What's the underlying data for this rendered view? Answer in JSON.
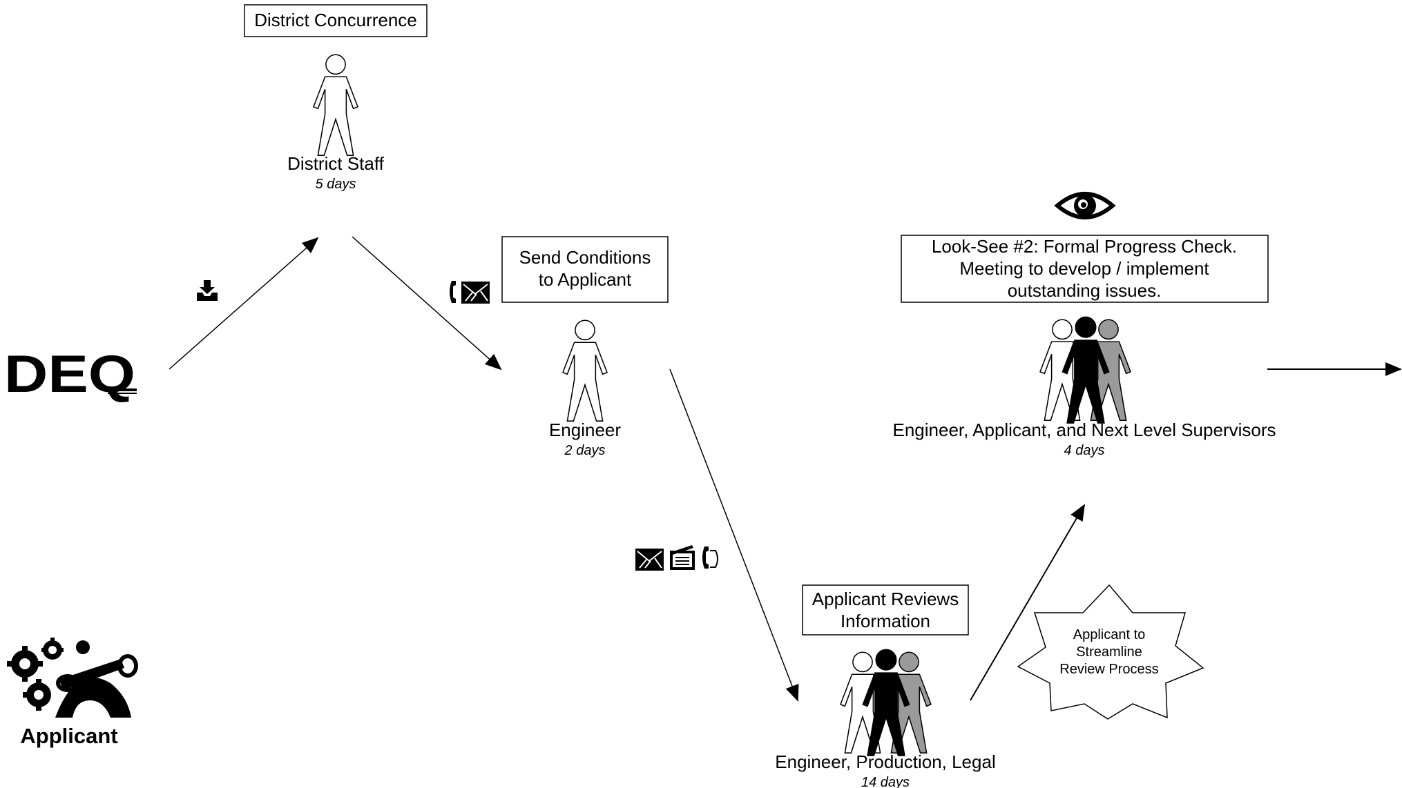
{
  "logos": {
    "deq": "DEQ",
    "applicant": "Applicant"
  },
  "steps": {
    "district": {
      "box": "District Concurrence",
      "role": "District Staff",
      "days": "5 days"
    },
    "engineer": {
      "box_line1": "Send Conditions",
      "box_line2": "to Applicant",
      "role": "Engineer",
      "days": "2 days"
    },
    "applicant_review": {
      "box_line1": "Applicant Reviews",
      "box_line2": "Information",
      "role": "Engineer, Production, Legal",
      "days": "14 days"
    },
    "look_see": {
      "box_line1": "Look-See #2:  Formal Progress Check.",
      "box_line2": "Meeting to develop / implement",
      "box_line3": "outstanding issues.",
      "role": "Engineer, Applicant, and Next Level Supervisors",
      "days": "4 days"
    }
  },
  "starburst": {
    "line1": "Applicant to",
    "line2": "Streamline",
    "line3": "Review Process"
  },
  "icons": [
    "inbox-download-icon",
    "phone-icon",
    "fax-icon",
    "document-icon",
    "eye-icon",
    "gears-icon"
  ],
  "colors": {
    "figure_outline": "#ffffff",
    "figure_solid": "#000000",
    "figure_gray": "#9a9a9a"
  }
}
